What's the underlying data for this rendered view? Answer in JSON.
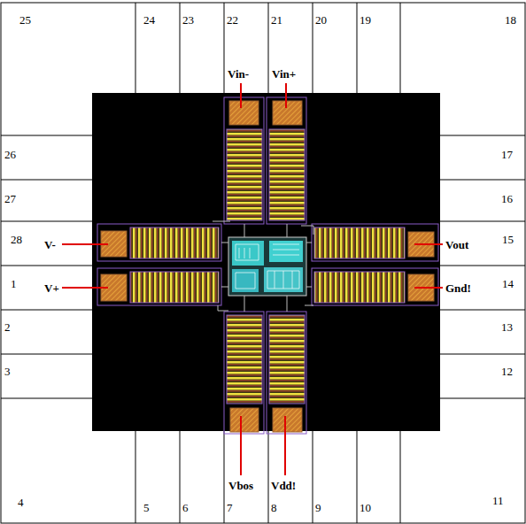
{
  "diagram": {
    "labels": [
      "25",
      "24",
      "23",
      "22",
      "21",
      "20",
      "19",
      "18",
      "Vin-",
      "Vin+",
      "26",
      "17",
      "27",
      "16",
      "28",
      "V-",
      "Vout",
      "15",
      "1",
      "V+",
      "Gnd!",
      "14",
      "2",
      "13",
      "3",
      "12",
      "Vbos",
      "Vdd!",
      "4",
      "5",
      "6",
      "7",
      "8",
      "9",
      "10",
      "11"
    ]
  }
}
